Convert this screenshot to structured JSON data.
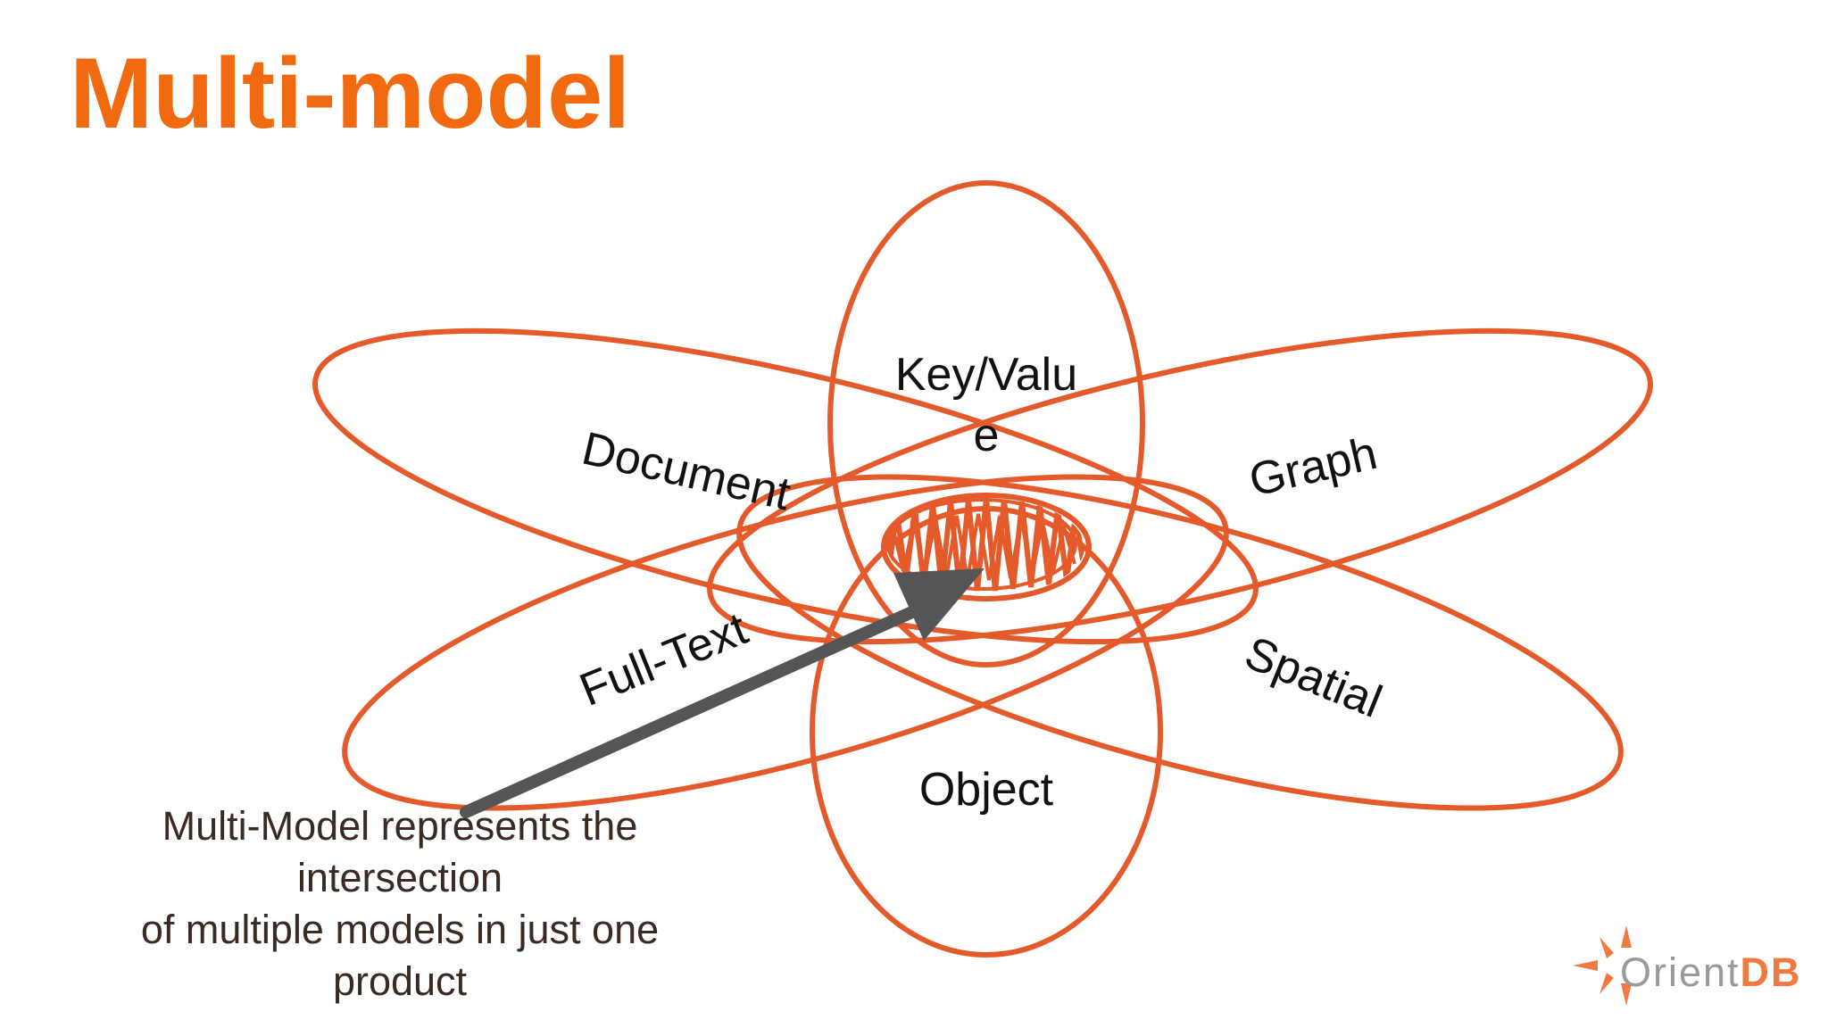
{
  "slide": {
    "title": "Multi-model",
    "accent_color": "#f26a10",
    "ellipse_color": "#e45a2a",
    "arrow_color": "#555555"
  },
  "diagram": {
    "labels": {
      "key_value_line1": "Key/Valu",
      "key_value_line2": "e",
      "document": "Document",
      "graph": "Graph",
      "full_text": "Full-Text",
      "spatial": "Spatial",
      "object": "Object"
    },
    "center_icon": "scribbled-intersection-center",
    "arrow_icon": "arrow-pointing-to-center"
  },
  "caption": {
    "line1": "Multi-Model represents the",
    "line2": "intersection",
    "line3": "of multiple models in just one",
    "line4": "product"
  },
  "logo": {
    "name_part1": "Orient",
    "name_part2": "DB",
    "icon": "orientdb-star-logo-icon",
    "color": "#f07a40"
  }
}
